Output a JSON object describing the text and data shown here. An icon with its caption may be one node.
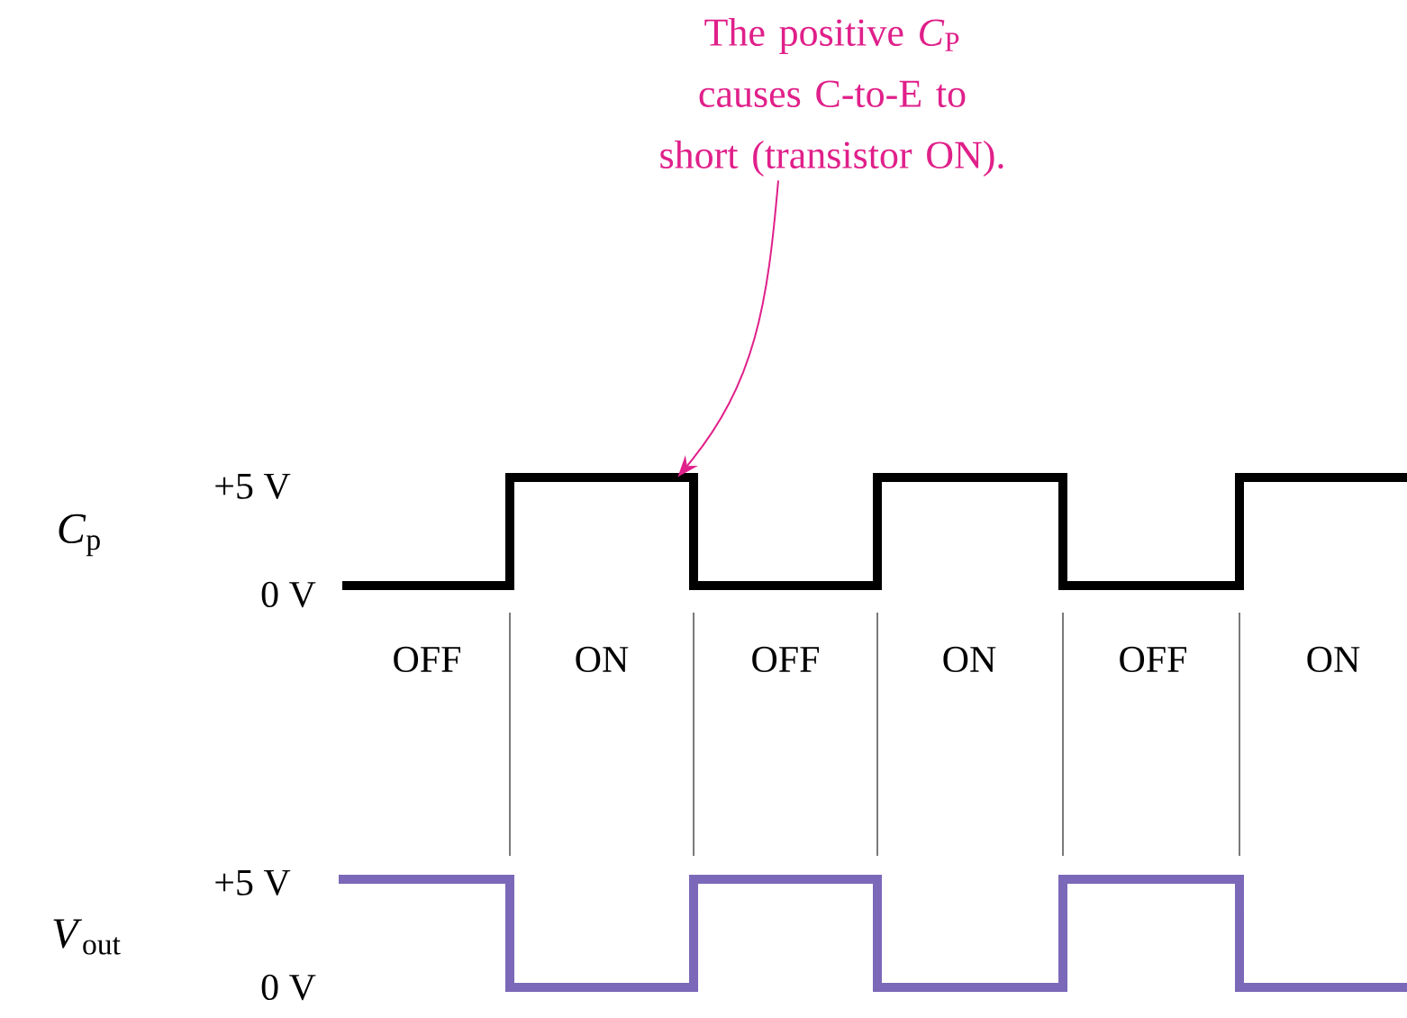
{
  "diagram": {
    "nodes": [
      {
        "text": [
          "The positive *C*$_{P}$ causes C-to-E to short (transistor ON)."
        ]
      },
      {
        "text": [],
        "shape": "picture"
      }
    ],
    "edges": [
      {
        "from": 0,
        "to": 1,
        "arrow": "to"
      }
    ],
    "labels": [
      "*C*$_{p}$",
      "+5 V",
      "0 V",
      "OFF",
      "ON",
      "OFF",
      "ON",
      "OFF",
      "ON",
      "+5 V",
      "*V*$_{out}$",
      "0 V"
    ]
  }
}
